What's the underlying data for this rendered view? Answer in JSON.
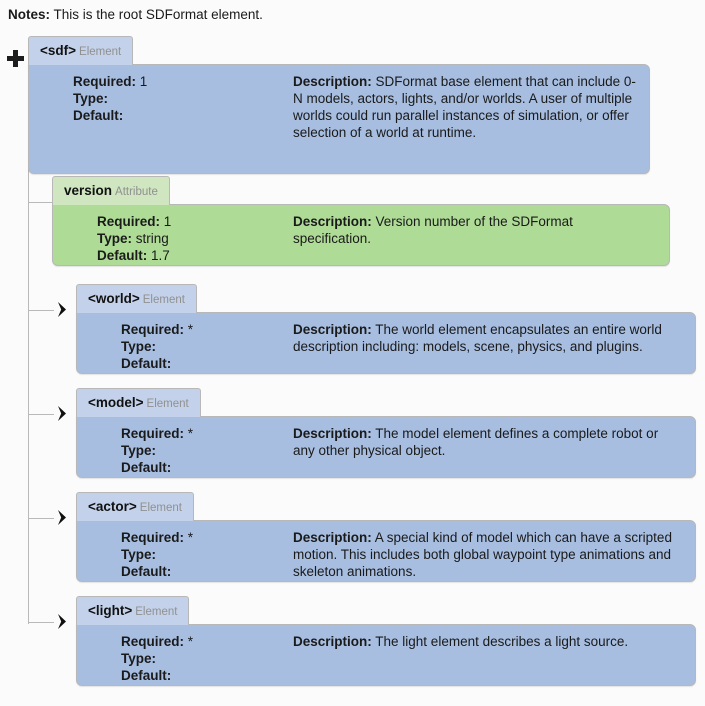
{
  "notes": {
    "label": "Notes:",
    "text": "This is the root SDFormat element."
  },
  "icons": {
    "expand_root": "plus-icon",
    "expand_child": "chevron-right-icon"
  },
  "colors": {
    "element_header": "#c3d2ea",
    "element_body": "#a7bee1",
    "attribute_header": "#cfe6c0",
    "attribute_body": "#aedb96",
    "border": "#b8b8b8",
    "connector": "#b9b9b9",
    "page_background": "#fbfbfb"
  },
  "labels": {
    "required": "Required:",
    "type": "Type:",
    "default": "Default:",
    "description": "Description:"
  },
  "root": {
    "tag": "<sdf>",
    "kind": "Element",
    "required": "1",
    "type": "",
    "default": "",
    "description": "SDFormat base element that can include 0-N models, actors, lights, and/or worlds. A user of multiple worlds could run parallel instances of simulation, or offer selection of a world at runtime."
  },
  "attributes": [
    {
      "tag": "version",
      "kind": "Attribute",
      "required": "1",
      "type": "string",
      "default": "1.7",
      "description": "Version number of the SDFormat specification."
    }
  ],
  "children": [
    {
      "tag": "<world>",
      "kind": "Element",
      "required": "*",
      "type": "",
      "default": "",
      "description": "The world element encapsulates an entire world description including: models, scene, physics, and plugins."
    },
    {
      "tag": "<model>",
      "kind": "Element",
      "required": "*",
      "type": "",
      "default": "",
      "description": "The model element defines a complete robot or any other physical object."
    },
    {
      "tag": "<actor>",
      "kind": "Element",
      "required": "*",
      "type": "",
      "default": "",
      "description": "A special kind of model which can have a scripted motion. This includes both global waypoint type animations and skeleton animations."
    },
    {
      "tag": "<light>",
      "kind": "Element",
      "required": "*",
      "type": "",
      "default": "",
      "description": "The light element describes a light source."
    }
  ]
}
